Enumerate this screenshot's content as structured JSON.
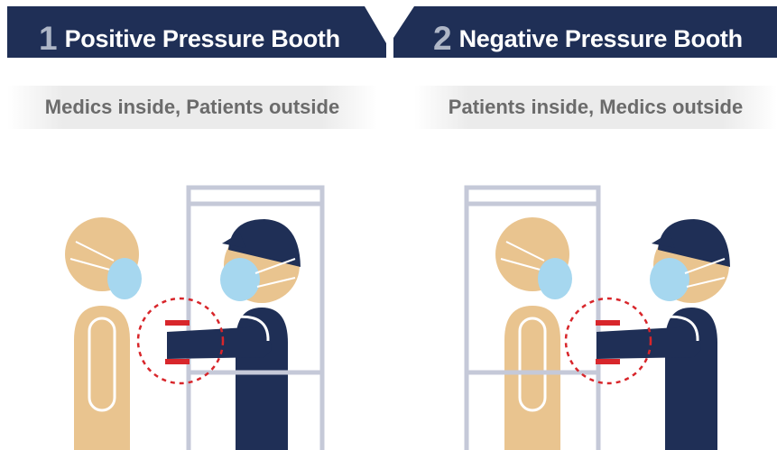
{
  "panels": [
    {
      "number": "1",
      "title": "Positive Pressure Booth",
      "subtitle": "Medics inside, Patients outside"
    },
    {
      "number": "2",
      "title": "Negative Pressure Booth",
      "subtitle": "Patients inside, Medics outside"
    }
  ],
  "colors": {
    "banner": "#1f2f56",
    "number": "#aeb6c6",
    "skin": "#e9c48f",
    "mask": "#a6d7ef",
    "medic": "#1f2f56",
    "booth_frame": "#c5c9d8",
    "glove_marker": "#d8262b"
  }
}
